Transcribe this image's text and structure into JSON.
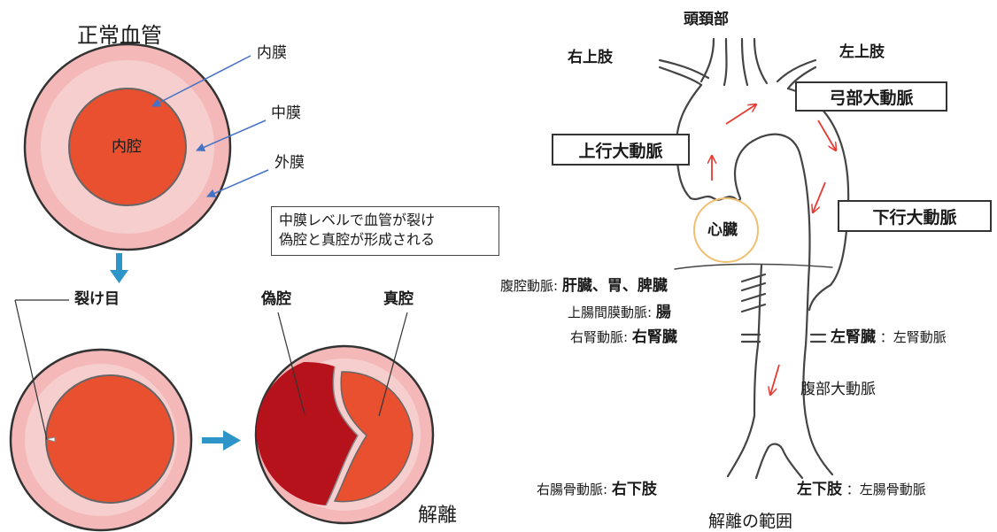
{
  "left_panel": {
    "title": "正常血管",
    "labels": {
      "lumen": "内腔",
      "intima": "内膜",
      "media": "中膜",
      "adventitia": "外膜",
      "tear": "裂け目",
      "false_lumen": "偽腔",
      "true_lumen": "真腔",
      "dissection": "解離"
    },
    "note_lines": [
      "中膜レベルで血管が裂け",
      "偽腔と真腔が形成される"
    ]
  },
  "right_panel": {
    "title": "解離の範囲",
    "labels": {
      "head_neck": "頭頚部",
      "right_upper_limb": "右上肢",
      "left_upper_limb": "左上肢",
      "aortic_arch": "弓部大動脈",
      "ascending_aorta": "上行大動脈",
      "descending_aorta": "下行大動脈",
      "heart": "心臓",
      "abdominal_aorta": "腹部大動脈"
    },
    "branches": {
      "celiac_artery": "腹腔動脈:",
      "celiac_organs": "肝臓、胃、脾臓",
      "sma": "上腸間膜動脈:",
      "sma_organ": "腸",
      "right_renal_artery": "右腎動脈:",
      "right_kidney": "右腎臓",
      "left_kidney": "左腎臓",
      "left_renal_artery": "：左腎動脈",
      "right_iliac_artery": "右腸骨動脈:",
      "right_lower_limb": "右下肢",
      "left_lower_limb": "左下肢",
      "left_iliac_artery": "：左腸骨動脈"
    }
  },
  "colors": {
    "outer_wall": "#f4b8b8",
    "inner_wall": "#f7cece",
    "lumen": "#e8502f",
    "false_lumen": "#b5121b",
    "arrow_blue": "#2e95c8",
    "line_blue": "#4472c4",
    "flow_red": "#e53b32"
  }
}
